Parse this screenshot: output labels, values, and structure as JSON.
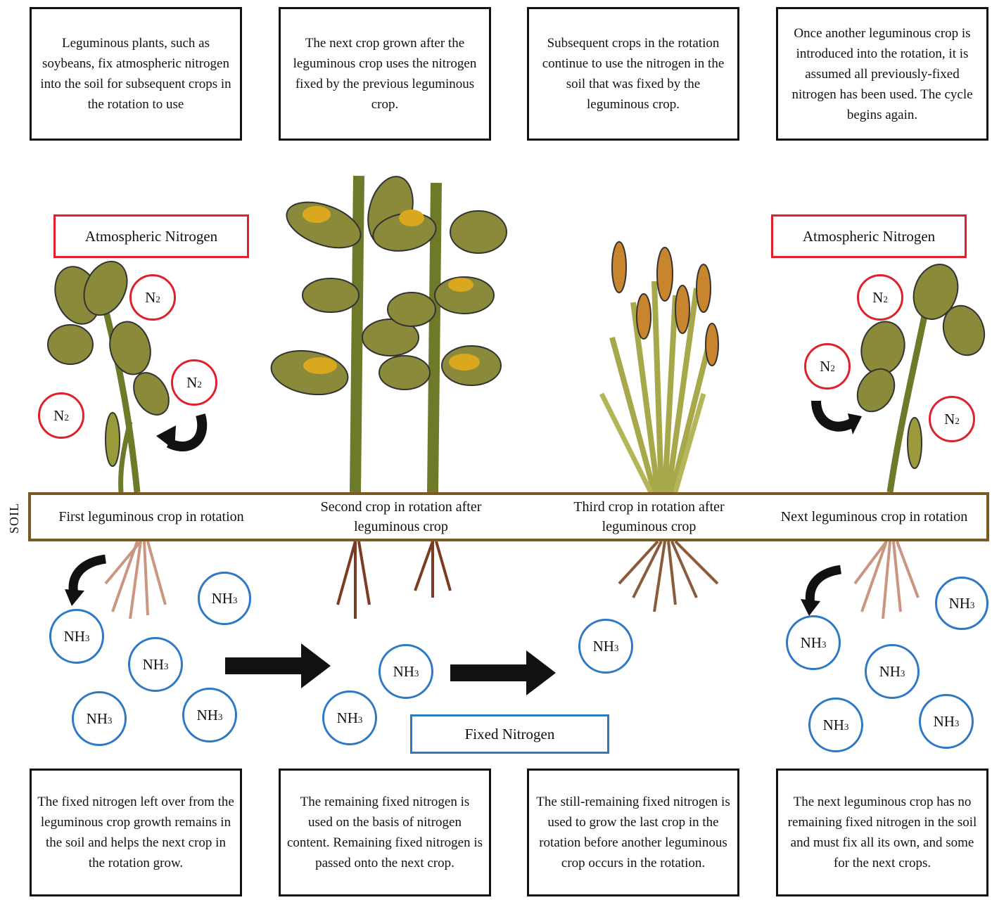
{
  "top_boxes": [
    "Leguminous plants, such as soybeans, fix atmospheric nitrogen into the soil for subsequent crops in the rotation to use",
    "The next crop grown after the leguminous crop uses the nitrogen fixed by the previous leguminous crop.",
    "Subsequent crops in the rotation continue to use the nitrogen in the soil that was fixed by the leguminous crop.",
    "Once another leguminous crop is introduced into the rotation, it is assumed all previously-fixed nitrogen has been used. The cycle begins again."
  ],
  "bottom_boxes": [
    "The fixed nitrogen left over from the leguminous crop growth remains in the soil and helps the next crop in the rotation grow.",
    "The remaining fixed nitrogen is used on the basis of nitrogen content. Remaining fixed nitrogen is passed onto the next crop.",
    "The still-remaining fixed nitrogen is used to grow the last crop in the rotation before another leguminous crop occurs in the rotation.",
    "The next leguminous crop has no remaining fixed nitrogen in the soil and must fix all its own, and some for the next crops."
  ],
  "labels": {
    "atmospheric_left": "Atmospheric Nitrogen",
    "atmospheric_right": "Atmospheric Nitrogen",
    "fixed_nitrogen": "Fixed Nitrogen",
    "soil": "SOIL"
  },
  "soil_labels": [
    "First leguminous crop in rotation",
    "Second crop in rotation after leguminous crop",
    "Third crop in rotation after leguminous crop",
    "Next leguminous crop in rotation"
  ],
  "molecules": {
    "n2": {
      "base": "N",
      "sub": "2"
    },
    "nh3": {
      "base": "NH",
      "sub": "3"
    }
  },
  "colors": {
    "n2_border": "#e0202a",
    "nh3_border": "#2f78c4",
    "soil_band": "#7a5a22",
    "leaf": "#8a8a3a",
    "root": "#b0745a"
  }
}
